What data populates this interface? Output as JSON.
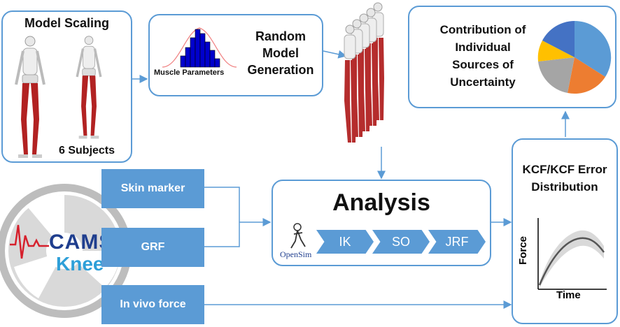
{
  "model_scaling": {
    "title": "Model Scaling",
    "subjects": "6 Subjects"
  },
  "random_model": {
    "title_line1": "Random",
    "title_line2": "Model",
    "title_line3": "Generation",
    "muscle_label": "Muscle Parameters"
  },
  "contribution": {
    "line1": "Contribution of",
    "line2": "Individual",
    "line3": "Sources of",
    "line4": "Uncertainty",
    "pie_colors": [
      "#5b9bd5",
      "#ed7d31",
      "#a5a5a5",
      "#ffc000",
      "#4472c4"
    ]
  },
  "inputs": {
    "skin_marker": "Skin marker",
    "grf": "GRF",
    "in_vivo": "In vivo force"
  },
  "logo": {
    "cams": "CAMS",
    "knee": "Knee"
  },
  "analysis": {
    "title": "Analysis",
    "opensim": "OpenSim",
    "steps": [
      "IK",
      "SO",
      "JRF"
    ]
  },
  "kcf": {
    "line1": "KCF/KCF Error",
    "line2": "Distribution",
    "ylabel": "Force",
    "xlabel": "Time"
  },
  "colors": {
    "accent": "#5b9bd5",
    "muscle": "#b22222",
    "hist": "#0000cc"
  }
}
